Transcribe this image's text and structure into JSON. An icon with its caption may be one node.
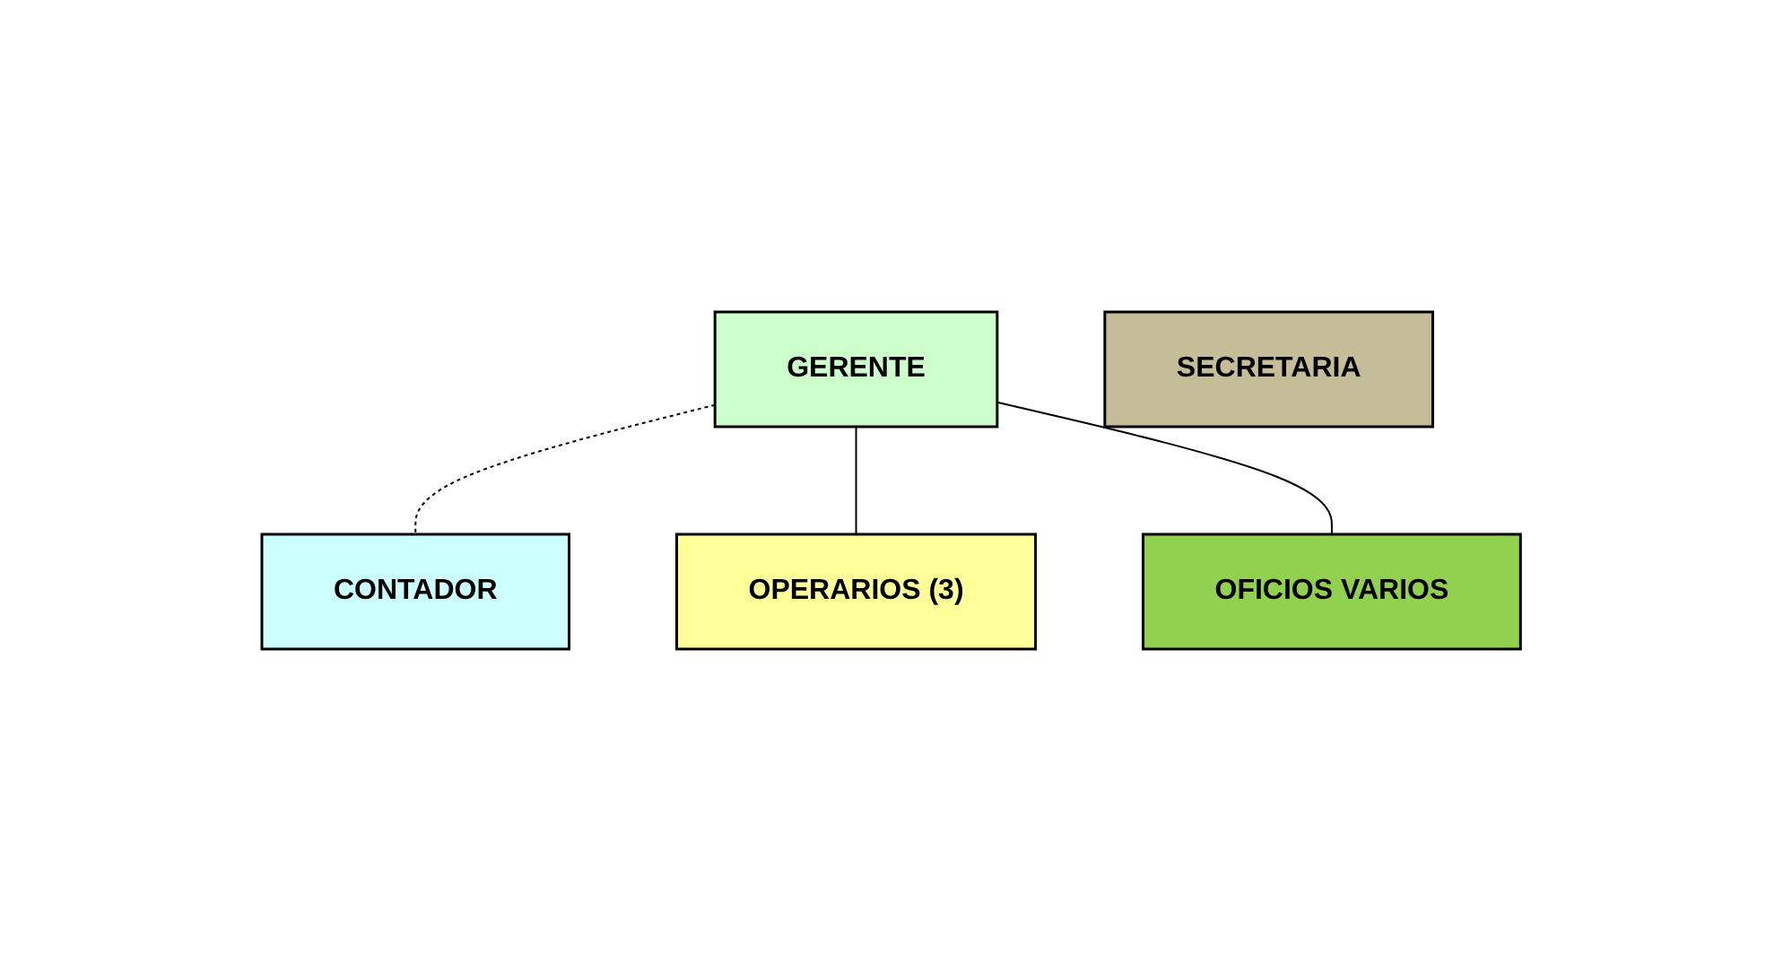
{
  "diagram": {
    "nodes": [
      {
        "text": [
          "GERENTE"
        ]
      },
      {
        "text": [
          "CONTADOR"
        ]
      },
      {
        "text": [
          "OPERARIOS (3)"
        ]
      },
      {
        "text": [
          "SECRETARIA"
        ]
      },
      {
        "text": [
          "OFICIOS VARIOS"
        ]
      }
    ],
    "edges": [
      {
        "from": 0,
        "to": 1,
        "arrow": "none",
        "style": "dashed"
      },
      {
        "from": 0,
        "to": 2,
        "arrow": "none"
      },
      {
        "from": 0,
        "to": 4,
        "arrow": "none"
      }
    ]
  }
}
